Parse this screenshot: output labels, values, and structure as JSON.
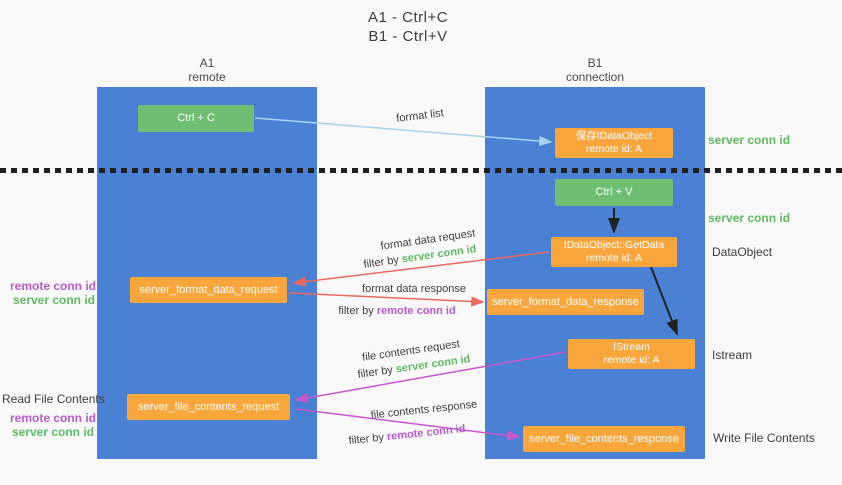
{
  "title": {
    "line1": "A1 - Ctrl+C",
    "line2": "B1 - Ctrl+V"
  },
  "lifelines": {
    "a1": {
      "name": "A1",
      "role": "remote"
    },
    "b1": {
      "name": "B1",
      "role": "connection"
    }
  },
  "nodes": {
    "ctrl_c": {
      "label": "Ctrl + C"
    },
    "ctrl_v": {
      "label": "Ctrl + V"
    },
    "save_dataobject": {
      "line1": "保存IDataObject",
      "line2": "remote id: A"
    },
    "getdata": {
      "line1": "IDataObject::GetData",
      "line2": "remote id: A"
    },
    "istream": {
      "line1": "IStream",
      "line2": "remote id: A"
    },
    "format_request": {
      "label": "server_format_data_request"
    },
    "format_response": {
      "label": "server_format_data_response"
    },
    "file_request": {
      "label": "server_file_contents_request"
    },
    "file_response": {
      "label": "server_file_contents_response"
    }
  },
  "flow_labels": {
    "format_list": "format list",
    "format_data_request": "format data request",
    "format_data_response": "format data response",
    "file_contents_request": "file contents request",
    "file_contents_response": "file contents response",
    "filter_by": "filter by "
  },
  "side_labels": {
    "server_conn_id": "server conn id",
    "remote_conn_id": "remote conn id",
    "dataobject": "DataObject",
    "istream": "Istream",
    "read_file_contents": "Read File Contents",
    "write_file_contents": "Write File Contents"
  },
  "colors": {
    "lifeline_blue": "#4a81d4",
    "node_green": "#6fbf72",
    "node_orange": "#f9a73d",
    "server_conn_green": "#5eba62",
    "remote_conn_purple": "#b55bd2",
    "arrow_red": "#e96a5c",
    "arrow_magenta": "#c558cf",
    "arrow_lightblue": "#a6d3ee",
    "arrow_black": "#222222"
  }
}
